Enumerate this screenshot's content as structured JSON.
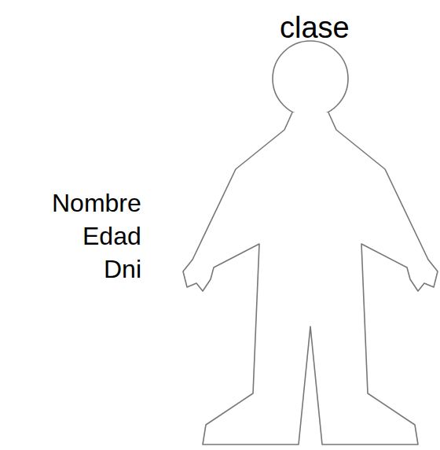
{
  "diagram": {
    "title": "clase",
    "labels": [
      "Nombre",
      "Edad",
      "Dni"
    ]
  }
}
